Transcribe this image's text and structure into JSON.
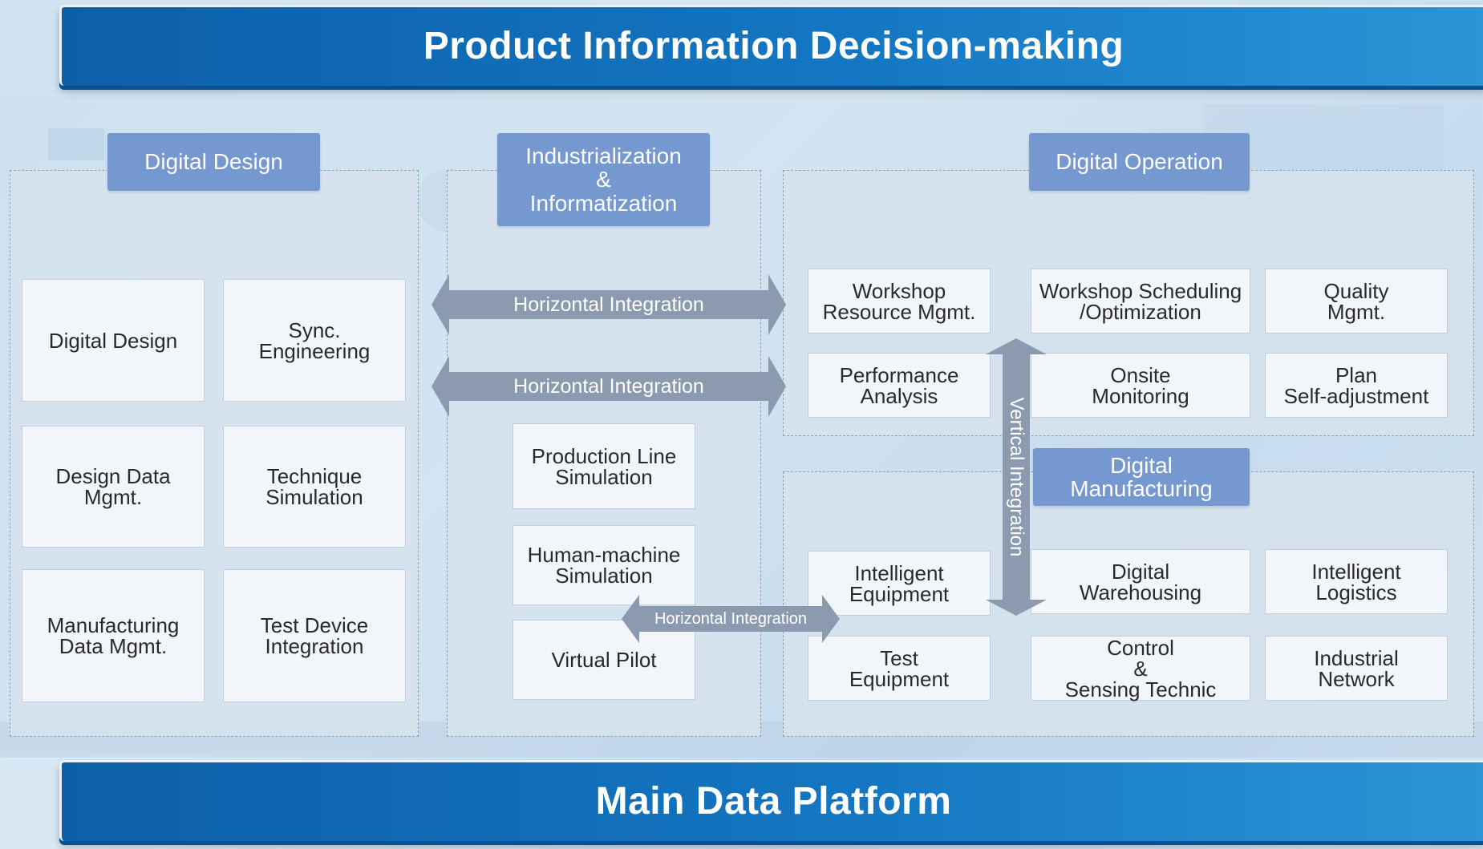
{
  "top_banner": "Product Information Decision-making",
  "bottom_banner": "Main Data Platform",
  "colors": {
    "banner": "#1476c2",
    "header": "#7498cf",
    "arrow": "#8c9ab0",
    "box": "#f2f6fa"
  },
  "digital_design": {
    "header": "Digital Design",
    "boxes": [
      "Digital Design",
      "Sync.\nEngineering",
      "Design Data\nMgmt.",
      "Technique\nSimulation",
      "Manufacturing\nData Mgmt.",
      "Test Device\nIntegration"
    ]
  },
  "industrialization": {
    "header": "Industrialization\n&\nInformatization",
    "boxes": [
      "Production Line\nSimulation",
      "Human-machine\nSimulation",
      "Virtual Pilot"
    ]
  },
  "digital_operation": {
    "header": "Digital Operation",
    "boxes": [
      "Workshop\nResource Mgmt.",
      "Workshop Scheduling\n/Optimization",
      "Quality\nMgmt.",
      "Performance\nAnalysis",
      "Onsite\nMonitoring",
      "Plan\nSelf-adjustment"
    ]
  },
  "digital_manufacturing": {
    "header": "Digital\nManufacturing",
    "boxes": [
      "Intelligent\nEquipment",
      "Digital\nWarehousing",
      "Intelligent\nLogistics",
      "Test\nEquipment",
      "Control\n&\nSensing Technic",
      "Industrial\nNetwork"
    ]
  },
  "arrows": {
    "horizontal_1": "Horizontal Integration",
    "horizontal_2": "Horizontal Integration",
    "horizontal_3": "Horizontal Integration",
    "vertical": "Vertical Integration"
  }
}
